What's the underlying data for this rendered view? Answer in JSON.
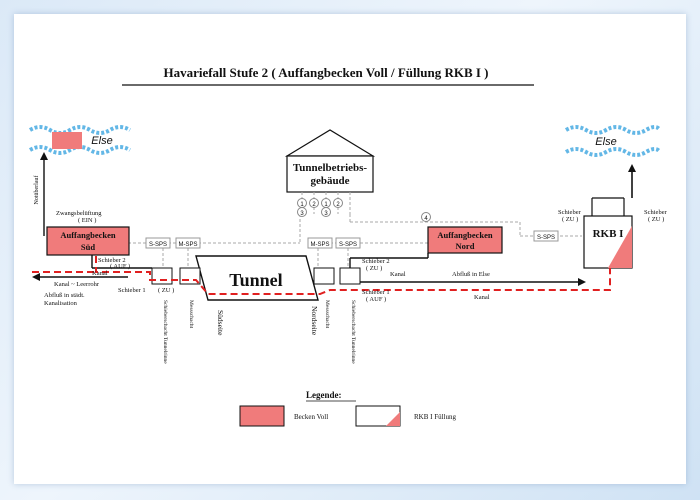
{
  "title": "Havariefall Stufe 2 ( Auffangbecken Voll / Füllung RKB I )",
  "rivers": {
    "left": "Else",
    "right": "Else"
  },
  "building": {
    "line1": "Tunnelbetriebs-",
    "line2": "gebäude"
  },
  "tunnel": "Tunnel",
  "basins": {
    "sued_line1": "Auffangbecken",
    "sued_line2": "Süd",
    "nord_line1": "Auffangbecken",
    "nord_line2": "Nord",
    "rkb": "RKB I"
  },
  "labels": {
    "notuberlauf": "Notüberlauf",
    "zwangs": "Zwangsbelüftung",
    "zwangs_state": "( EIN )",
    "kanal_left": "Kanal",
    "kanal_leerrohr": "Kanal ~ Leerrohr",
    "abfluss1": "Abfluß in städt.",
    "abfluss2": "Kanalisation",
    "schieber2_left": "Schieber 2",
    "schieber2_left_state": "( AUF )",
    "schieber1_left": "Schieber 1",
    "schieber1_left_state": "( ZU )",
    "schieber2_right": "Schieber 2",
    "schieber2_right_state": "( ZU )",
    "schieber1_right": "Schieber 1",
    "schieber1_right_state": "( AUF )",
    "kanal_mid": "Kanal",
    "abfluss_else": "Abfluß in Else",
    "kanal_right": "Kanal",
    "rkb_schieber_l": "Schieber",
    "rkb_schieber_l_state": "( ZU )",
    "rkb_schieber_r": "Schieber",
    "rkb_schieber_r_state": "( ZU )",
    "v_schiebers_l": "Schieberschacht Tunnelrinne",
    "v_mess_l": "Messschacht",
    "v_suedseite": "Südseite",
    "v_nordseite": "Nordseite",
    "v_mess_r": "Messschacht",
    "v_schiebers_r": "Schieberschacht Tunnelrinne"
  },
  "sps": [
    "S-SPS",
    "M-SPS",
    "M-SPS",
    "S-SPS",
    "S-SPS"
  ],
  "ring_numbers": [
    "1",
    "2",
    "3",
    "1",
    "2",
    "3",
    "4"
  ],
  "legend": {
    "title": "Legende:",
    "full_label": "Becken Voll",
    "rkb_label": "RKB I Füllung"
  },
  "colors": {
    "fill_red": "#f07b7b",
    "water_blue": "#63b7e6",
    "dash_red": "#e02020",
    "control_grey": "#a9a9a9"
  }
}
